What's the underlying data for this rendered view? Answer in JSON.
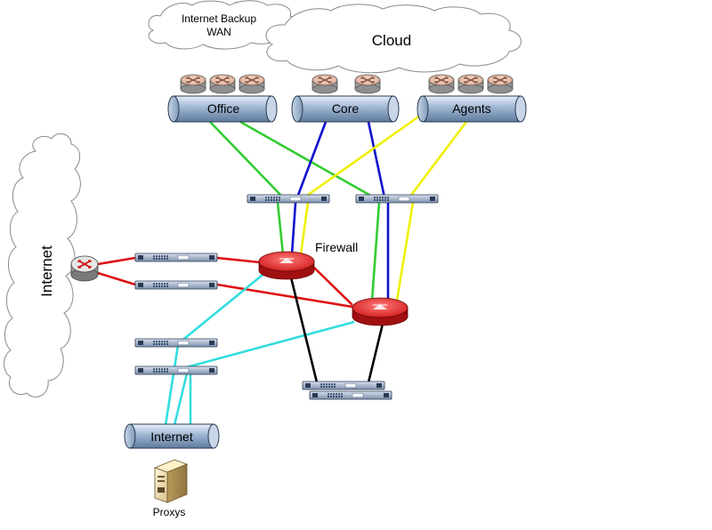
{
  "clouds": {
    "backup_line1": "Internet Backup",
    "backup_line2": "WAN",
    "cloud": "Cloud",
    "internet": "Internet"
  },
  "segments": {
    "office": "Office",
    "core": "Core",
    "agents": "Agents",
    "internet": "Internet"
  },
  "labels": {
    "firewall": "Firewall",
    "proxys": "Proxys"
  },
  "link_colors": {
    "office": "#33cc33",
    "core": "#1010cc",
    "agents": "#f0f000",
    "internet_wan": "#dd1111",
    "proxy_lan": "#33dddd",
    "failover": "#000000"
  }
}
